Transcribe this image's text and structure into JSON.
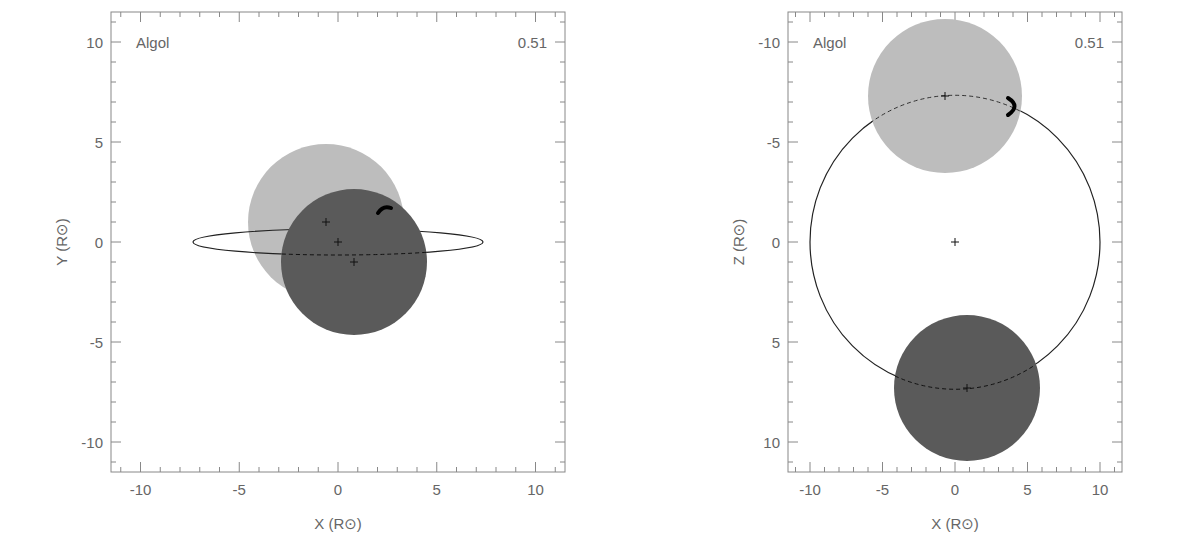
{
  "diagram": {
    "labels": [
      "Algol",
      "0.51",
      "-10",
      "-5",
      "0",
      "5",
      "10",
      "X (R⊙)",
      "10",
      "5",
      "0",
      "-5",
      "-10",
      "Y (R⊙)",
      "Algol",
      "0.51",
      "-10",
      "-5",
      "0",
      "5",
      "10",
      "X (R⊙)",
      "-10",
      "-5",
      "0",
      "5",
      "10",
      "Z (R⊙)"
    ]
  }
}
